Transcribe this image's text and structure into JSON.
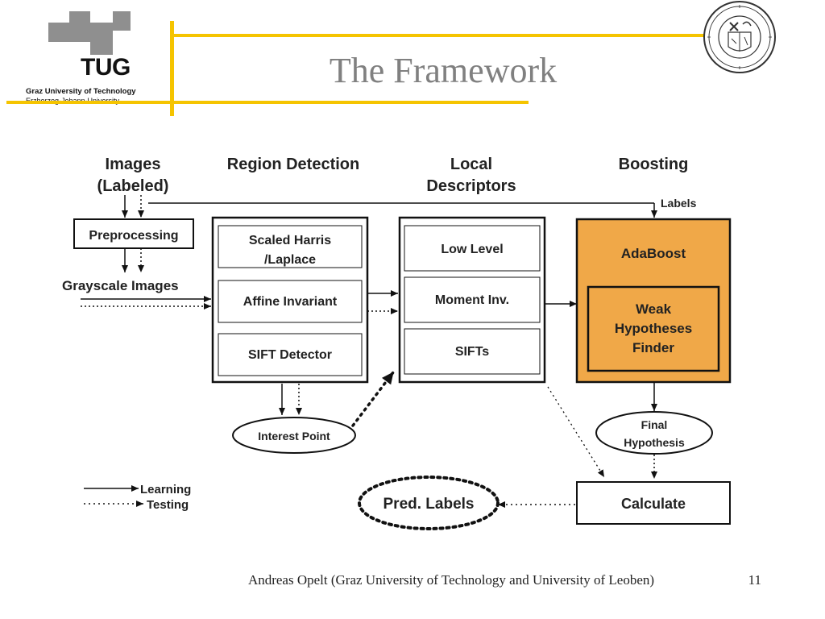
{
  "header": {
    "logo": {
      "abbr": "TUG",
      "line1": "Graz University of Technology",
      "line2": "Erzherzog-Johann-University"
    },
    "title": "The Framework",
    "seal_icon": "university-of-leoben-seal-icon",
    "accent_color": "#f5c400"
  },
  "diagram": {
    "col_images": [
      "Images",
      "(Labeled)"
    ],
    "col_region": "Region Detection",
    "col_local": [
      "Local",
      "Descriptors"
    ],
    "col_boosting": "Boosting",
    "labels_text": "Labels",
    "preprocessing": "Preprocessing",
    "grayscale": "Grayscale Images",
    "region_items": [
      [
        "Scaled Harris",
        "/Laplace"
      ],
      [
        "Affine Invariant"
      ],
      [
        "SIFT Detector"
      ]
    ],
    "descriptor_items": [
      "Low Level",
      "Moment Inv.",
      "SIFTs"
    ],
    "adaboost": "AdaBoost",
    "weak": [
      "Weak",
      "Hypotheses",
      "Finder"
    ],
    "interest_point": "Interest Point",
    "final_hyp": [
      "Final",
      "Hypothesis"
    ],
    "calculate": "Calculate",
    "pred_labels": "Pred. Labels",
    "legend_learning": "Learning",
    "legend_testing": "Testing",
    "boost_color": "#f0a848"
  },
  "footer": {
    "text": "Andreas Opelt (Graz University of Technology and University of Leoben)",
    "page": "11"
  }
}
